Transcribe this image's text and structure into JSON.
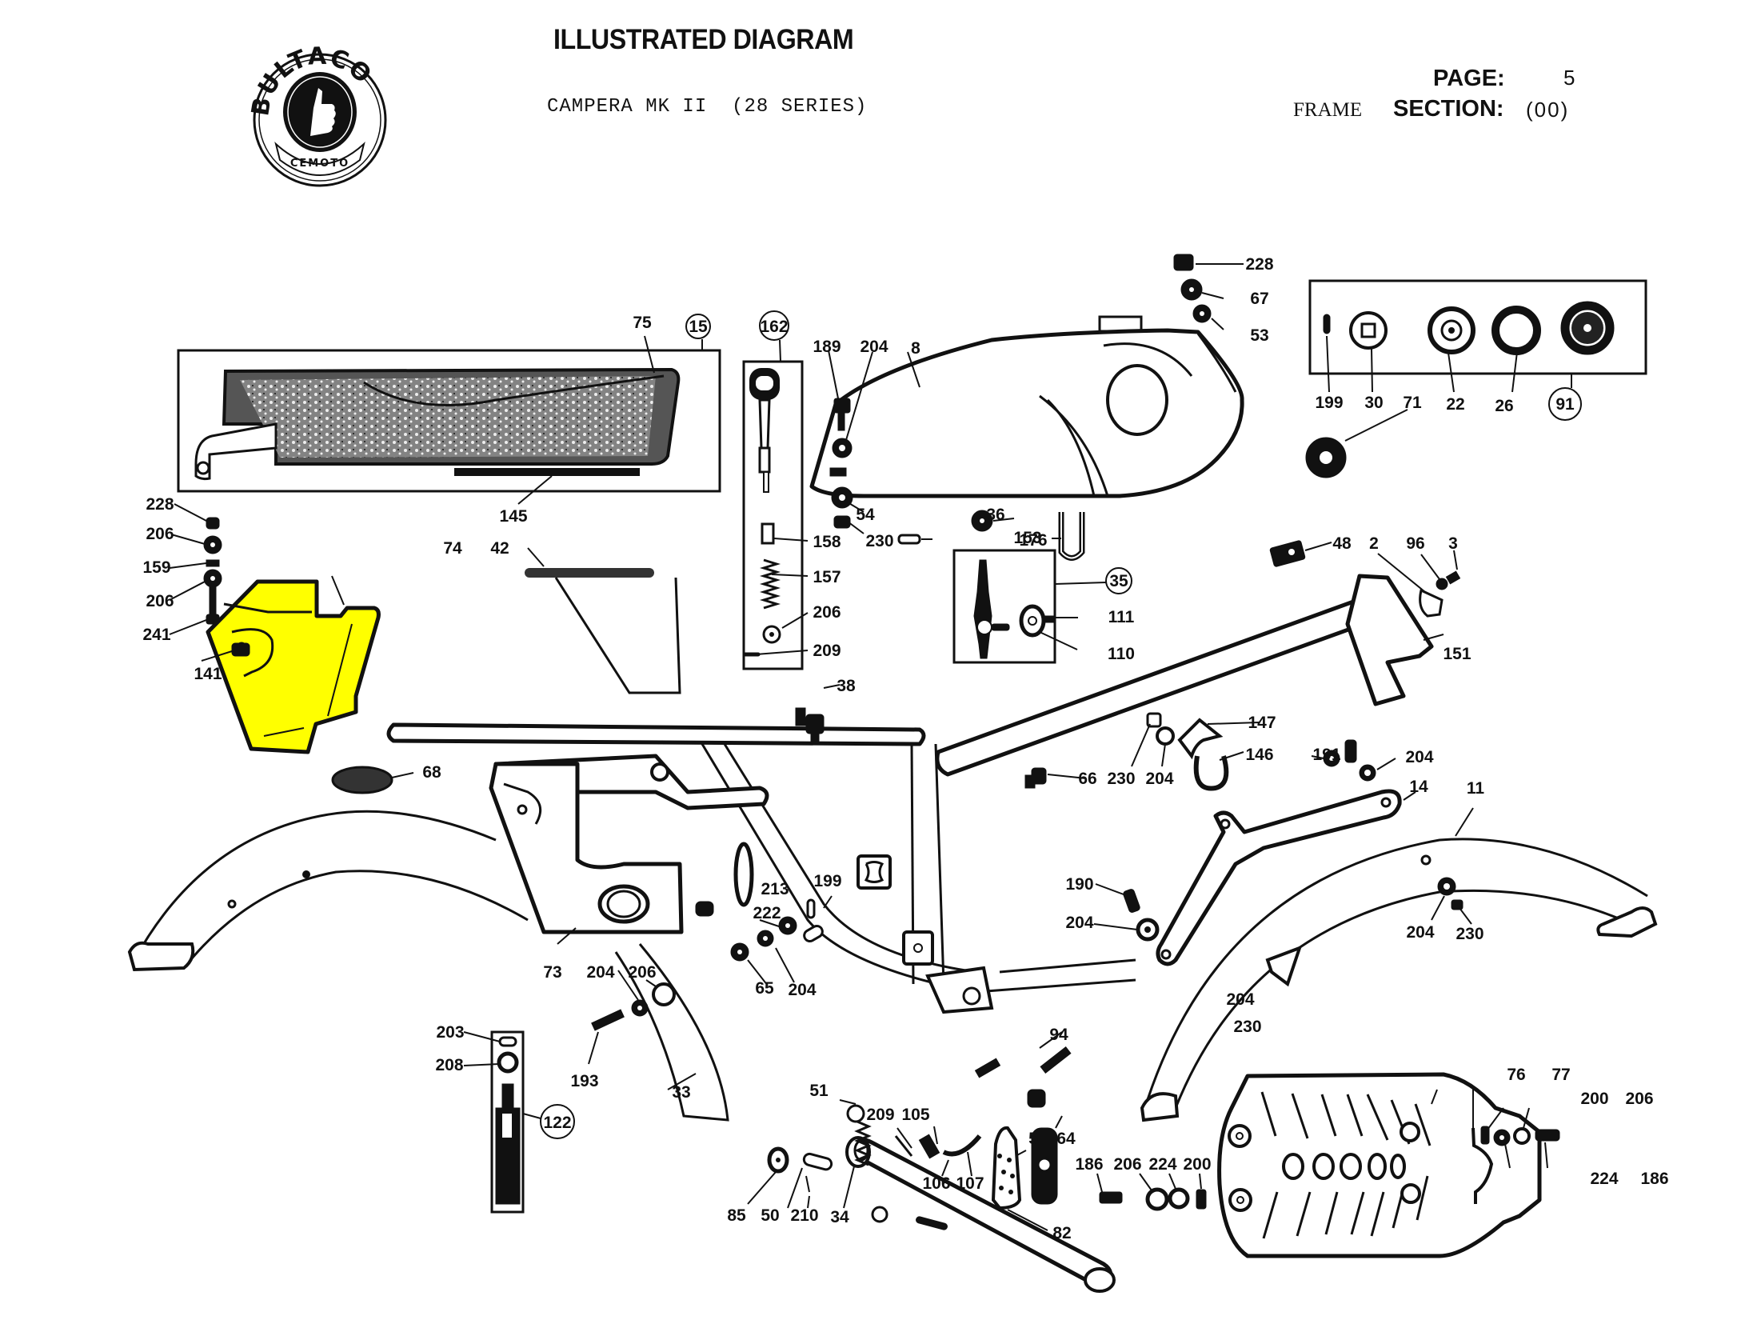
{
  "header": {
    "title": "ILLUSTRATED DIAGRAM",
    "subtitle": "CAMPERA MK II  (28 SERIES)",
    "page_label": "PAGE:",
    "page_value": "5",
    "group": "FRAME",
    "section_label": "SECTION:",
    "section_value": "(00)"
  },
  "logo": {
    "brand": "BULTACO",
    "sub": "CEMOTO",
    "icon": "thumbs-up-icon"
  },
  "highlight": {
    "part": "74",
    "color": "#FFFF00"
  },
  "assemblies": {
    "seat": "15",
    "tool_kit": "162",
    "fuel_tap": "35",
    "filler_cap": "91",
    "spark_plug": "122"
  },
  "callouts": [
    {
      "id": "c75",
      "text": "75"
    },
    {
      "id": "c15",
      "text": "15"
    },
    {
      "id": "c145",
      "text": "145"
    },
    {
      "id": "c162",
      "text": "162"
    },
    {
      "id": "c189",
      "text": "189"
    },
    {
      "id": "c204a",
      "text": "204"
    },
    {
      "id": "c8",
      "text": "8"
    },
    {
      "id": "c158",
      "text": "158"
    },
    {
      "id": "c157",
      "text": "157"
    },
    {
      "id": "c206a",
      "text": "206"
    },
    {
      "id": "c209a",
      "text": "209"
    },
    {
      "id": "c54",
      "text": "54"
    },
    {
      "id": "c230a",
      "text": "230"
    },
    {
      "id": "c38",
      "text": "38"
    },
    {
      "id": "c36",
      "text": "36"
    },
    {
      "id": "c153",
      "text": "153"
    },
    {
      "id": "c35",
      "text": "35"
    },
    {
      "id": "c111",
      "text": "111"
    },
    {
      "id": "c110",
      "text": "110"
    },
    {
      "id": "c176",
      "text": "176"
    },
    {
      "id": "c228a",
      "text": "228"
    },
    {
      "id": "c67",
      "text": "67"
    },
    {
      "id": "c53",
      "text": "53"
    },
    {
      "id": "c199a",
      "text": "199"
    },
    {
      "id": "c30",
      "text": "30"
    },
    {
      "id": "c71",
      "text": "71"
    },
    {
      "id": "c22",
      "text": "22"
    },
    {
      "id": "c26",
      "text": "26"
    },
    {
      "id": "c91",
      "text": "91"
    },
    {
      "id": "c48",
      "text": "48"
    },
    {
      "id": "c2",
      "text": "2"
    },
    {
      "id": "c96",
      "text": "96"
    },
    {
      "id": "c3",
      "text": "3"
    },
    {
      "id": "c151",
      "text": "151"
    },
    {
      "id": "c228b",
      "text": "228"
    },
    {
      "id": "c206b",
      "text": "206"
    },
    {
      "id": "c159",
      "text": "159"
    },
    {
      "id": "c206c",
      "text": "206"
    },
    {
      "id": "c241",
      "text": "241"
    },
    {
      "id": "c141",
      "text": "141"
    },
    {
      "id": "c74",
      "text": "74"
    },
    {
      "id": "c42",
      "text": "42"
    },
    {
      "id": "c68",
      "text": "68"
    },
    {
      "id": "c147",
      "text": "147"
    },
    {
      "id": "c66",
      "text": "66"
    },
    {
      "id": "c230b",
      "text": "230"
    },
    {
      "id": "c204b",
      "text": "204"
    },
    {
      "id": "c146",
      "text": "146"
    },
    {
      "id": "c191",
      "text": "191"
    },
    {
      "id": "c204c",
      "text": "204"
    },
    {
      "id": "c14",
      "text": "14"
    },
    {
      "id": "c11",
      "text": "11"
    },
    {
      "id": "c190",
      "text": "190"
    },
    {
      "id": "c204d",
      "text": "204"
    },
    {
      "id": "c204e",
      "text": "204"
    },
    {
      "id": "c230c",
      "text": "230"
    },
    {
      "id": "c213",
      "text": "213"
    },
    {
      "id": "c199b",
      "text": "199"
    },
    {
      "id": "c222",
      "text": "222"
    },
    {
      "id": "c65",
      "text": "65"
    },
    {
      "id": "c204f",
      "text": "204"
    },
    {
      "id": "c73",
      "text": "73"
    },
    {
      "id": "c204g",
      "text": "204"
    },
    {
      "id": "c206d",
      "text": "206"
    },
    {
      "id": "c193",
      "text": "193"
    },
    {
      "id": "c203",
      "text": "203"
    },
    {
      "id": "c208",
      "text": "208"
    },
    {
      "id": "c122",
      "text": "122"
    },
    {
      "id": "c33",
      "text": "33"
    },
    {
      "id": "c94",
      "text": "94"
    },
    {
      "id": "c204h",
      "text": "204"
    },
    {
      "id": "c230d",
      "text": "230"
    },
    {
      "id": "c51",
      "text": "51"
    },
    {
      "id": "c209b",
      "text": "209"
    },
    {
      "id": "c105",
      "text": "105"
    },
    {
      "id": "c106",
      "text": "106"
    },
    {
      "id": "c107",
      "text": "107"
    },
    {
      "id": "c5",
      "text": "5"
    },
    {
      "id": "c64",
      "text": "64"
    },
    {
      "id": "c82",
      "text": "82"
    },
    {
      "id": "c85",
      "text": "85"
    },
    {
      "id": "c50",
      "text": "50"
    },
    {
      "id": "c210",
      "text": "210"
    },
    {
      "id": "c34",
      "text": "34"
    },
    {
      "id": "c186a",
      "text": "186"
    },
    {
      "id": "c206e",
      "text": "206"
    },
    {
      "id": "c224a",
      "text": "224"
    },
    {
      "id": "c200a",
      "text": "200"
    },
    {
      "id": "c76",
      "text": "76"
    },
    {
      "id": "c77",
      "text": "77"
    },
    {
      "id": "c200b",
      "text": "200"
    },
    {
      "id": "c206f",
      "text": "206"
    },
    {
      "id": "c224b",
      "text": "224"
    },
    {
      "id": "c186b",
      "text": "186"
    }
  ]
}
